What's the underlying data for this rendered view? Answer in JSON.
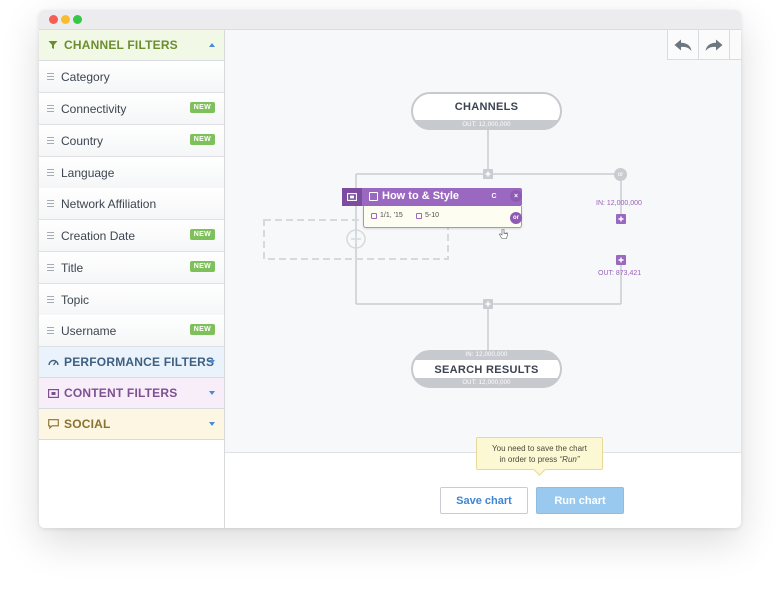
{
  "sidebar": {
    "channel_filters": {
      "label": "CHANNEL FILTERS",
      "icon": "funnel-icon",
      "color": "#6b8f2f"
    },
    "items": [
      {
        "label": "Category",
        "badge": ""
      },
      {
        "label": "Connectivity",
        "badge": "NEW"
      },
      {
        "label": "Country",
        "badge": "NEW"
      },
      {
        "label": "Language",
        "badge": ""
      },
      {
        "label": "Network Affiliation",
        "badge": ""
      },
      {
        "label": "Creation Date",
        "badge": "NEW"
      },
      {
        "label": "Title",
        "badge": "NEW"
      },
      {
        "label": "Topic",
        "badge": ""
      },
      {
        "label": "Username",
        "badge": "NEW"
      }
    ],
    "performance_filters": {
      "label": "PERFORMANCE FILTERS",
      "icon": "gauge-icon"
    },
    "content_filters": {
      "label": "CONTENT FILTERS",
      "icon": "video-icon"
    },
    "social": {
      "label": "SOCIAL",
      "icon": "speech-bubble-icon"
    }
  },
  "flow": {
    "channels": {
      "label": "CHANNELS",
      "out": "OUT: 12,000,000"
    },
    "search_results": {
      "label": "SEARCH RESULTS",
      "in": "IN: 12,000,000",
      "out": "OUT: 12,000,000"
    },
    "node": {
      "in": "IN: 12,000,000",
      "title": "How to & Style",
      "date": "1/1, '15",
      "range": "5-10",
      "out": "OUT: 873,421",
      "copy_label": "C",
      "close_label": "×",
      "or_label": "or"
    },
    "branch_or_label": "or",
    "accent": "#9a68c0"
  },
  "tooltip": {
    "line1": "You need to save the chart",
    "line2_prefix": "in order to press ",
    "line2_em": "“Run”"
  },
  "buttons": {
    "save": "Save chart",
    "run": "Run chart"
  }
}
